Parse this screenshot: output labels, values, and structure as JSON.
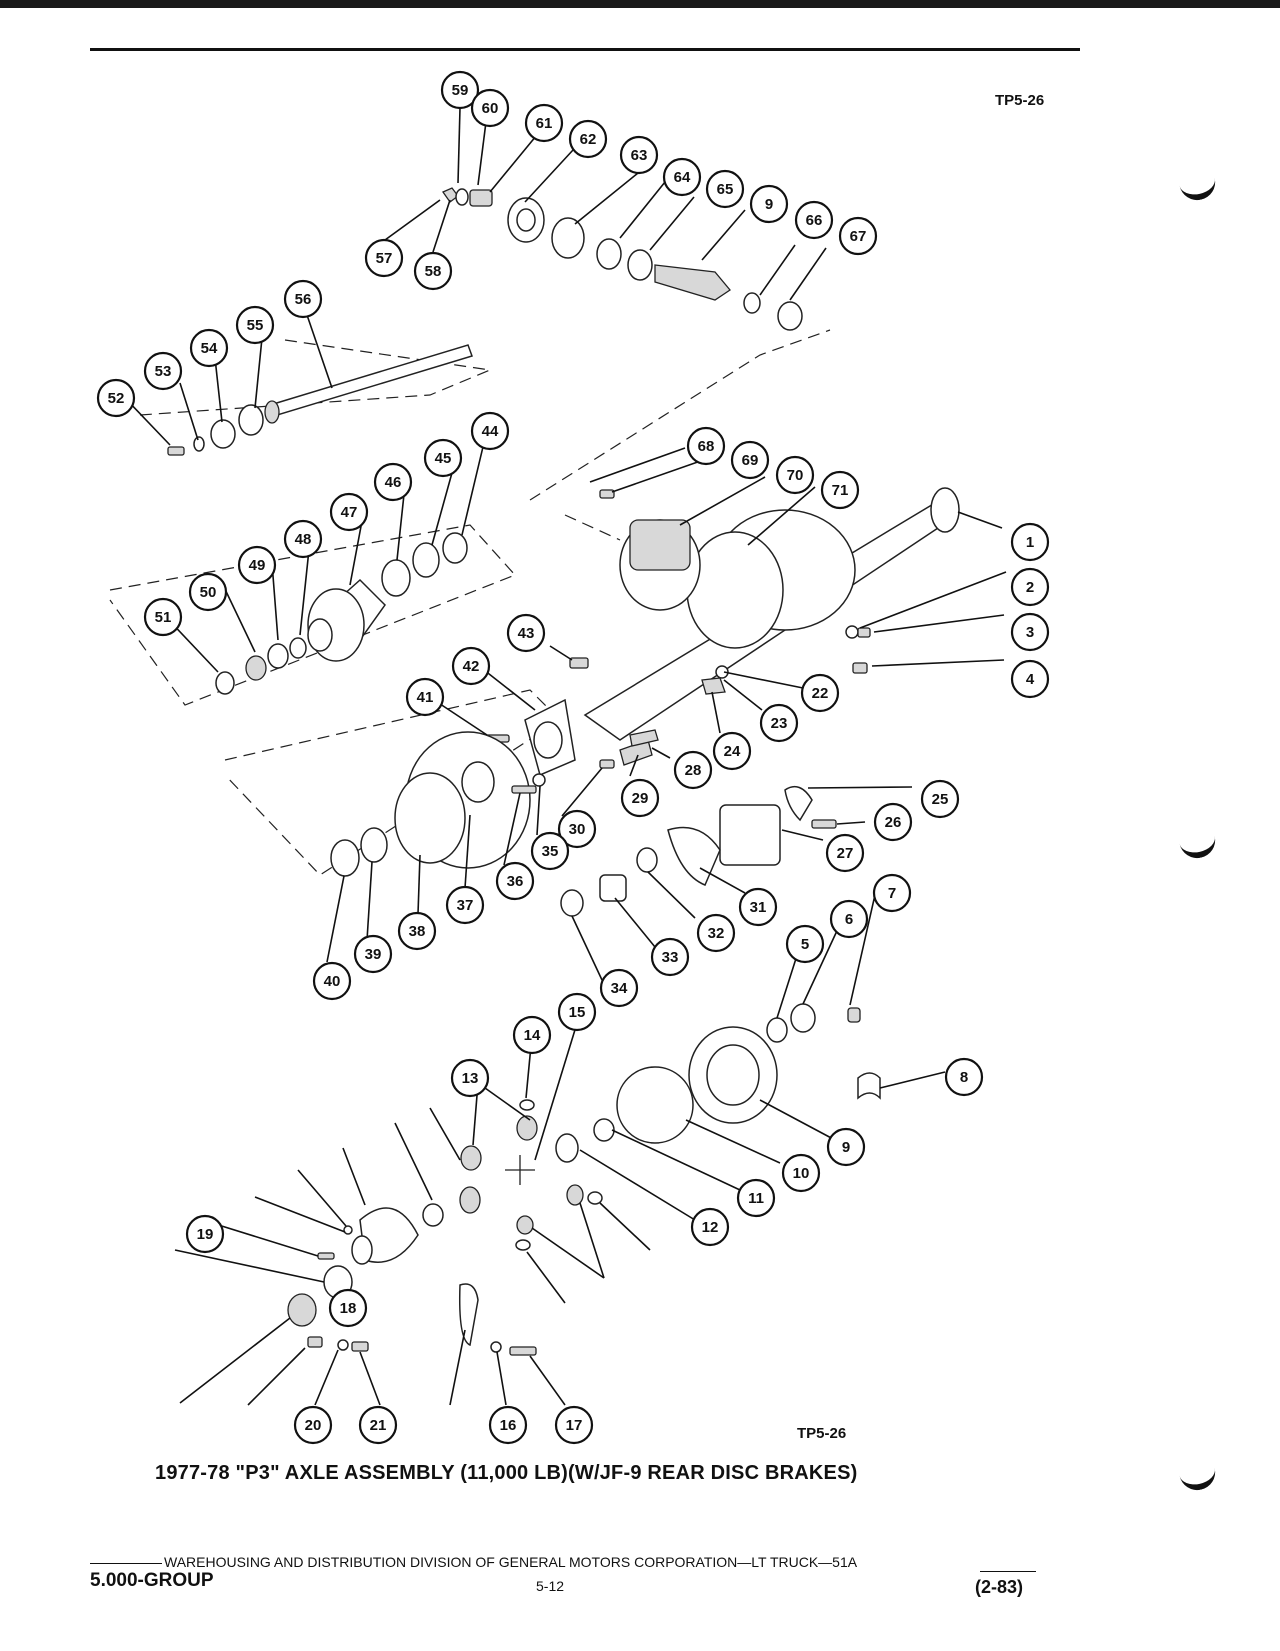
{
  "header": {
    "figure_code_top": "TP5-26"
  },
  "figure": {
    "figure_code_bottom": "TP5-26",
    "caption": "1977-78 \"P3\" AXLE ASSEMBLY (11,000 LB)(W/JF-9 REAR DISC BRAKES)",
    "callouts": [
      "59",
      "60",
      "61",
      "62",
      "63",
      "64",
      "65",
      "9",
      "66",
      "67",
      "57",
      "58",
      "56",
      "55",
      "54",
      "53",
      "52",
      "44",
      "45",
      "46",
      "47",
      "48",
      "49",
      "50",
      "51",
      "68",
      "69",
      "70",
      "71",
      "1",
      "2",
      "3",
      "4",
      "43",
      "42",
      "41",
      "22",
      "23",
      "24",
      "28",
      "29",
      "25",
      "26",
      "27",
      "30",
      "35",
      "36",
      "37",
      "38",
      "39",
      "40",
      "31",
      "32",
      "33",
      "34",
      "7",
      "6",
      "5",
      "8",
      "9",
      "10",
      "11",
      "12",
      "13",
      "14",
      "15",
      "18",
      "19",
      "20",
      "21",
      "16",
      "17"
    ]
  },
  "footer": {
    "distribution_line": "WAREHOUSING AND DISTRIBUTION DIVISION OF GENERAL MOTORS CORPORATION—LT TRUCK—51A",
    "group": "5.000-GROUP",
    "page": "5-12",
    "revision": "(2-83)"
  }
}
